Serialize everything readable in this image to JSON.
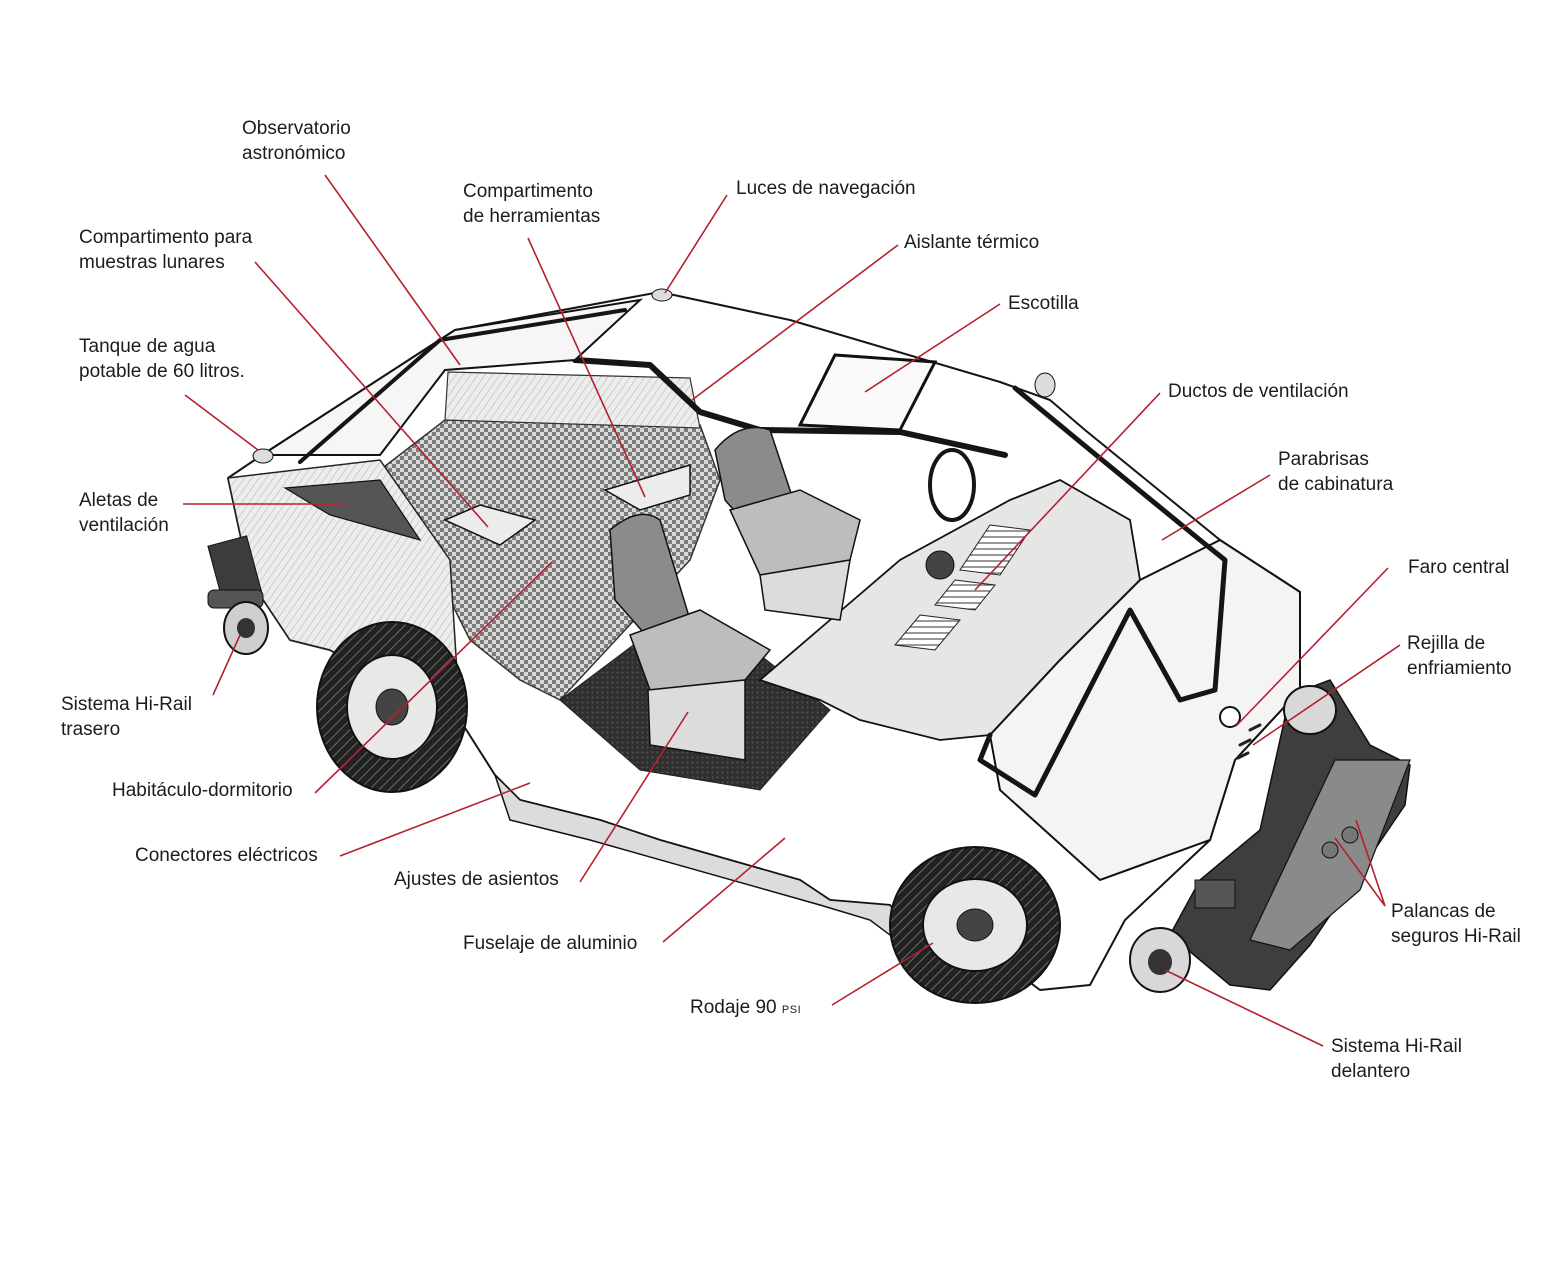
{
  "diagram": {
    "labels": {
      "observatorio": [
        "Observatorio",
        "astronómico"
      ],
      "herramientas": [
        "Compartimento",
        "de herramientas"
      ],
      "luces": [
        "Luces de navegación"
      ],
      "muestras": [
        "Compartimento para",
        "muestras lunares"
      ],
      "aislante": [
        "Aislante térmico"
      ],
      "escotilla": [
        "Escotilla"
      ],
      "tanque": [
        "Tanque de agua",
        "potable de 60 litros."
      ],
      "ductos": [
        "Ductos de ventilación"
      ],
      "parabrisas": [
        "Parabrisas",
        "de cabinatura"
      ],
      "aletas": [
        "Aletas de",
        "ventilación"
      ],
      "faro": [
        "Faro central"
      ],
      "rejilla": [
        "Rejilla de",
        "enfriamiento"
      ],
      "hirail_trasero": [
        "Sistema Hi-Rail",
        "trasero"
      ],
      "habitaculo": [
        "Habitáculo-dormitorio"
      ],
      "conectores": [
        "Conectores eléctricos"
      ],
      "ajustes": [
        "Ajustes de asientos"
      ],
      "palancas": [
        "Palancas de",
        "seguros Hi-Rail"
      ],
      "fuselaje": [
        "Fuselaje de aluminio"
      ],
      "rodaje": {
        "text": "Rodaje 90",
        "unit": "PSI"
      },
      "hirail_delantero": [
        "Sistema Hi-Rail",
        "delantero"
      ]
    }
  }
}
